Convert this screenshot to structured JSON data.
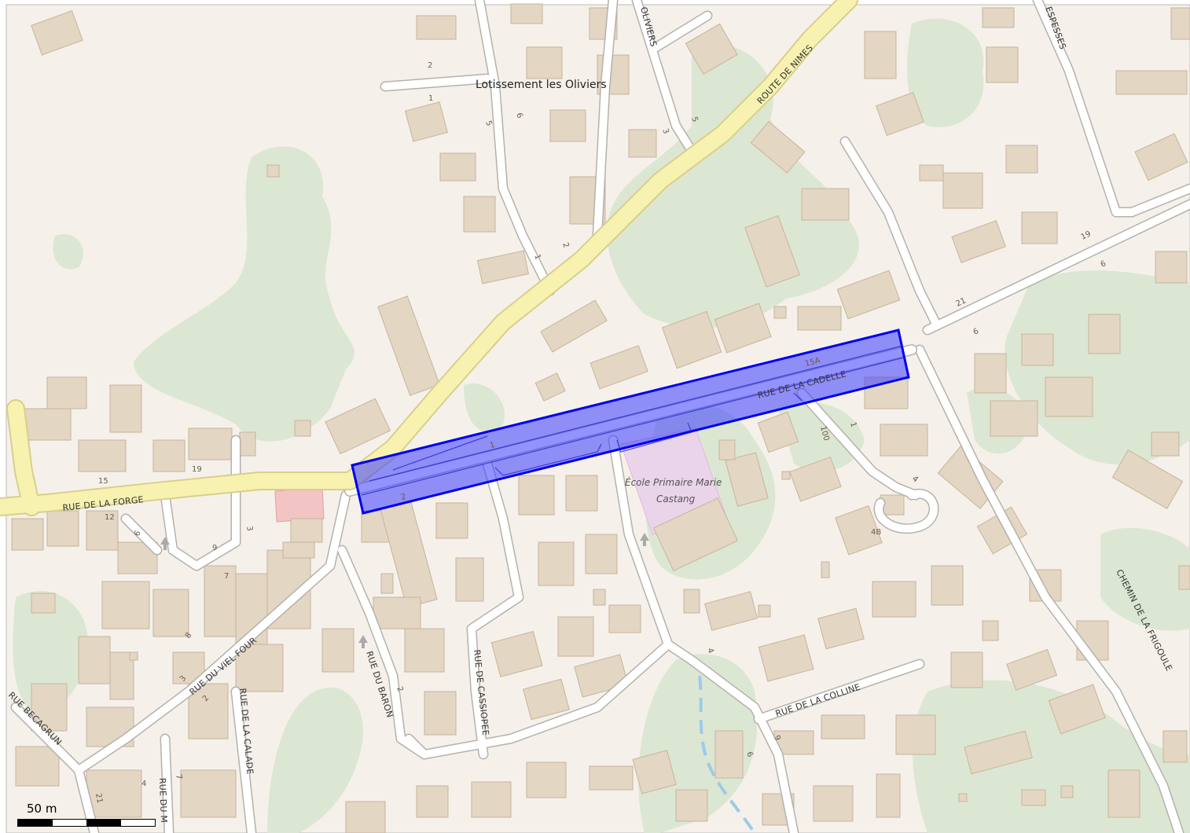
{
  "map": {
    "colors": {
      "background": "#f5f1ea",
      "park": "#dce7d3",
      "building": "#e3d6c3",
      "building_stroke": "#c7b49c",
      "road": "#ffffff",
      "road_casing": "#b5b1ac",
      "primary_road": "#f7f2b0",
      "primary_casing": "#d9cf8a",
      "selection_fill": "#3b3bff",
      "selection_stroke": "#0000ee",
      "school": "#ead4ea",
      "water": "#9ccbe7"
    },
    "place_labels": [
      "Lotissement les Oliviers"
    ],
    "poi_labels": [
      "École Primaire Marie",
      "Castang"
    ],
    "street_labels": [
      "ROUTE DE NIMES",
      "RUE DE LA CADELLE",
      "RUE DE LA FORGE",
      "RUE DU VIEL FOUR",
      "RUE BECAGRUN",
      "RUE DE LA CALADE",
      "RUE DU BARON",
      "RUE DE CASSIOPEE",
      "RUE DE LA COLLINE",
      "CHEMIN DE LA FRIGOULE",
      "OLIVIERS",
      "ESPESSES",
      "RUE DU M"
    ],
    "house_numbers": [
      "2",
      "1",
      "5",
      "6",
      "3",
      "5",
      "2",
      "1",
      "15A",
      "1",
      "2",
      "19",
      "15",
      "12",
      "6",
      "9",
      "3",
      "7",
      "8",
      "3",
      "2",
      "4",
      "7",
      "21",
      "100",
      "1",
      "4",
      "4B",
      "4",
      "9",
      "6",
      "19",
      "21",
      "6",
      "6",
      "2"
    ],
    "selected_feature": "RUE DE LA CADELLE",
    "scale": {
      "label": "50 m",
      "segments": 4
    }
  }
}
